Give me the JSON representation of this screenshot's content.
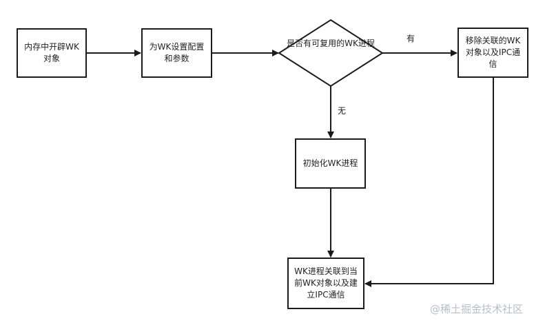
{
  "nodes": {
    "alloc": "内存中开辟WK对象",
    "configure": "为WK设置配置和参数",
    "decision": "是否有可复用的WK进程",
    "remove": "移除关联的WK对象以及IPC通信",
    "init": "初始化WK进程",
    "associate": "WK进程关联到当前WK对象以及建立IPC通信"
  },
  "edges": {
    "yes_label": "有",
    "no_label": "无"
  },
  "watermark": "@稀土掘金技术社区",
  "colors": {
    "stroke": "#1a1a1a",
    "text": "#222222",
    "watermark": "#b9bec6"
  }
}
